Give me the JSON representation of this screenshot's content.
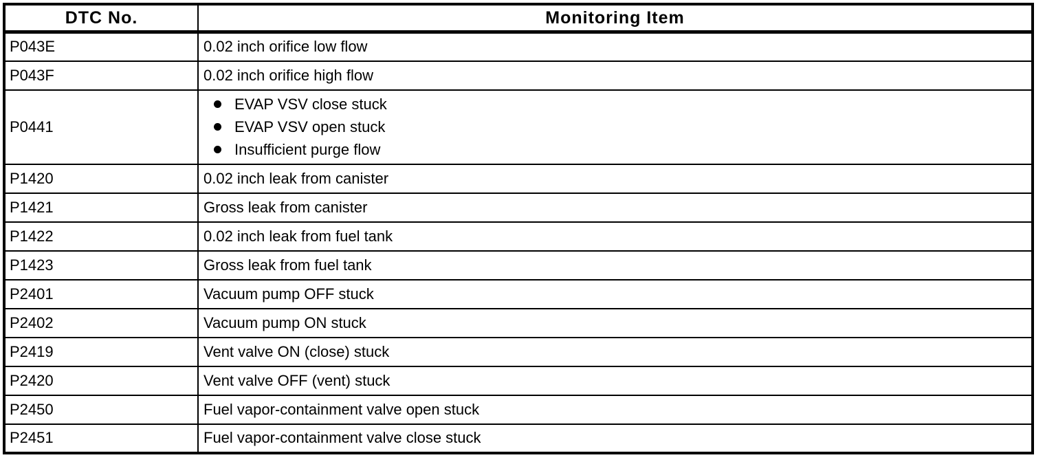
{
  "table": {
    "columns": [
      {
        "label": "DTC No."
      },
      {
        "label": "Monitoring Item"
      }
    ],
    "rows": [
      {
        "dtc": "P043E",
        "item": "0.02 inch orifice low flow"
      },
      {
        "dtc": "P043F",
        "item": "0.02 inch orifice high flow"
      },
      {
        "dtc": "P0441",
        "items": [
          "EVAP VSV close stuck",
          "EVAP VSV open stuck",
          "Insufficient purge flow"
        ]
      },
      {
        "dtc": "P1420",
        "item": "0.02 inch leak from canister"
      },
      {
        "dtc": "P1421",
        "item": "Gross leak from canister"
      },
      {
        "dtc": "P1422",
        "item": "0.02 inch leak from fuel tank"
      },
      {
        "dtc": "P1423",
        "item": "Gross leak from fuel tank"
      },
      {
        "dtc": "P2401",
        "item": "Vacuum pump OFF stuck"
      },
      {
        "dtc": "P2402",
        "item": "Vacuum pump ON stuck"
      },
      {
        "dtc": "P2419",
        "item": "Vent valve ON (close) stuck"
      },
      {
        "dtc": "P2420",
        "item": "Vent valve OFF (vent) stuck"
      },
      {
        "dtc": "P2450",
        "item": "Fuel vapor-containment valve open stuck"
      },
      {
        "dtc": "P2451",
        "item": "Fuel vapor-containment valve close stuck"
      }
    ],
    "colors": {
      "border": "#000000",
      "text": "#000000",
      "background": "#ffffff"
    }
  }
}
